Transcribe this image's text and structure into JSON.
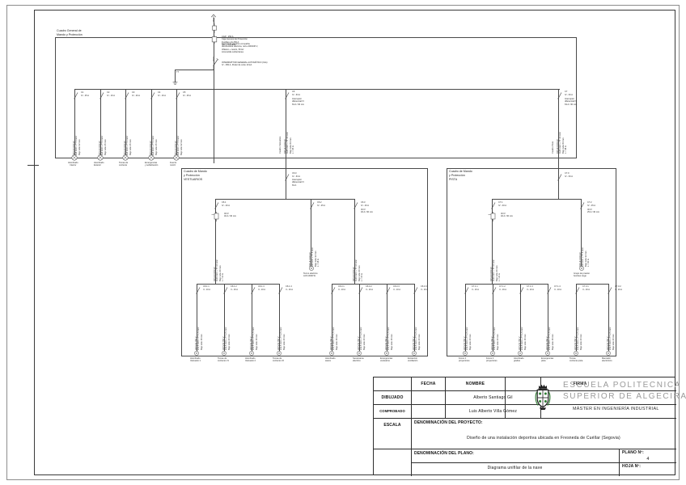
{
  "sheet": {
    "drawing_type": "Diagrama unifilar",
    "scale_label": "ESCALA"
  },
  "panels": {
    "main": {
      "title": "Cuadro General de\nMando y Protección",
      "supply_note": "Suministro eléctrico compañía\ndistribuidora eléctrica, red a 400/230 V,\ntrifásico + neutro, 50 Hz\nAcometida subterránea",
      "switch_note": "INTERRUPTOR GENERAL AUTOMÁTICO (IGA)\nIV - 250 A, Poder de corte 10 kA",
      "meter_note": "CGP - 250 A\nCaja General de Protección\nFusibles gG 250 A\nICP + Contador"
    },
    "sub_left": {
      "title": "Cuadro de Mando\ny Protección\nVESTUARIOS"
    },
    "sub_right": {
      "title": "Cuadro de Mando\ny Protección\nPISTA"
    }
  },
  "main_feeders": [
    {
      "ref": "C1",
      "rating": "IV - 25 A",
      "cable": "RZ1-K 0,6/1 kV\n4x6 mm² + TT 6 mm²\nBajo tubo 32 mm",
      "load": "Alumbrado\nInterior"
    },
    {
      "ref": "C2",
      "rating": "IV - 16 A",
      "cable": "RZ1-K 0,6/1 kV\n4x4 mm² + TT 4 mm²\nBajo tubo 25 mm",
      "load": "Alumbrado\nExterior"
    },
    {
      "ref": "C3",
      "rating": "IV - 20 A",
      "cable": "RZ1-K 0,6/1 kV\n4x4 mm² + TT 4 mm²\nBajo tubo 25 mm",
      "load": "Tomas de\ncorriente"
    },
    {
      "ref": "C4",
      "rating": "IV - 16 A",
      "cable": "RZ1-K 0,6/1 kV\n4x4 mm² + TT 4 mm²\nBajo tubo 25 mm",
      "load": "Emergencias\ny señalización"
    },
    {
      "ref": "C5",
      "rating": "IV - 25 A",
      "cable": "RZ1-K 0,6/1 kV\n4x6 mm² + TT 6 mm²\nBajo tubo 32 mm",
      "load": "Fuerza\nmotriz"
    }
  ],
  "risers": [
    {
      "ref": "C6",
      "rating": "IV - 63 A",
      "note": "Interruptor\ndiferencial IV\n63 A / 30 mA",
      "cable": "RZ1-K 0,6/1 kV\n4x25 mm² + TT 16 mm²\nBajo tubo 63 mm\nL = 35 m",
      "dest": "Cuadro Vestuarios"
    },
    {
      "ref": "C7",
      "rating": "IV - 63 A",
      "note": "Interruptor\ndiferencial IV\n63 A / 30 mA",
      "cable": "RZ1-K 0,6/1 kV\n4x25 mm² + TT 16 mm²\nBajo tubo 63 mm\nL = 48 m",
      "dest": "Cuadro Pista"
    }
  ],
  "sub_left_feeders": {
    "incomer": {
      "ref": "C6.0",
      "rating": "IV - 63 A",
      "diff": "Interruptor\ndiferencial IV\n63 A"
    },
    "branch_a": {
      "ref": "C6.1",
      "rating": "IV - 40 A",
      "diff": "ID IV\n40 A / 30 mA",
      "cable": "RZ1-K 0,6/1 kV\n4x10 mm² + TT 10 mm²\nBajo tubo 40 mm\nL = 12 m"
    },
    "branch_b": {
      "ref": "C6.2",
      "rating": "IV - 25 A",
      "cable": "RZ1-K 0,6/1 kV\n4x6 mm² + TT 6 mm²\nBajo tubo 32 mm\nL = 18 m",
      "load": "Termo eléctrico\nACS 3000 W"
    },
    "branch_c": {
      "ref": "C6.3",
      "rating": "IV - 40 A",
      "diff": "ID IV\n40 A / 30 mA",
      "cable": "RZ1-K 0,6/1 kV\n4x10 mm² + TT 10 mm²\nBajo tubo 40 mm\nL = 15 m"
    },
    "loads_left": [
      {
        "ref": "C6.1.1",
        "rating": "II - 10 A",
        "cable": "H07V-K 750 V\n2x1,5 mm² + TT 1,5 mm²\nBajo tubo 16 mm",
        "name": "Alumbrado\nVestuario 1"
      },
      {
        "ref": "C6.1.2",
        "rating": "II - 16 A",
        "cable": "H07V-K 750 V\n2x2,5 mm² + TT 2,5 mm²\nBajo tubo 20 mm",
        "name": "Tomas de\ncorriente V1"
      },
      {
        "ref": "C6.1.3",
        "rating": "II - 10 A",
        "cable": "H07V-K 750 V\n2x1,5 mm² + TT 1,5 mm²\nBajo tubo 16 mm",
        "name": "Alumbrado\nVestuario 2"
      },
      {
        "ref": "C6.1.4",
        "rating": "II - 16 A",
        "cable": "H07V-K 750 V\n2x2,5 mm² + TT 2,5 mm²\nBajo tubo 20 mm",
        "name": "Tomas de\ncorriente V2"
      }
    ],
    "loads_right": [
      {
        "ref": "C6.3.1",
        "rating": "II - 10 A",
        "cable": "H07V-K 750 V\n2x1,5 mm² + TT 1,5 mm²\nBajo tubo 16 mm",
        "name": "Alumbrado\naseos"
      },
      {
        "ref": "C6.3.2",
        "rating": "II - 16 A",
        "cable": "H07V-K 750 V\n2x2,5 mm² + TT 2,5 mm²\nBajo tubo 20 mm",
        "name": "Secamanos\neléctrico"
      },
      {
        "ref": "C6.3.3",
        "rating": "II - 10 A",
        "cable": "H07V-K 750 V\n2x1,5 mm² + TT 1,5 mm²\nBajo tubo 16 mm",
        "name": "Emergencias\nvestuarios"
      },
      {
        "ref": "C6.3.4",
        "rating": "II - 16 A",
        "cable": "H07V-K 750 V\n2x2,5 mm² + TT 2,5 mm²\nBajo tubo 20 mm",
        "name": "Extracción\nventilación"
      }
    ]
  },
  "sub_right_feeders": {
    "incomer": {
      "ref": "C7.0",
      "rating": "IV - 63 A",
      "diff": "Interruptor\ndiferencial IV\n63 A"
    },
    "branch_a": {
      "ref": "C7.1",
      "rating": "IV - 40 A",
      "diff": "ID IV\n40 A / 30 mA",
      "cable": "RZ1-K 0,6/1 kV\n4x10 mm² + TT 10 mm²\nBajo tubo 40 mm\nL = 22 m"
    },
    "branch_b": {
      "ref": "C7.2",
      "rating": "IV - 25 A",
      "diff": "ID IV\n25 A / 30 mA",
      "cable": "RZ1-K 0,6/1 kV\n4x6 mm² + TT 6 mm²\nBajo tubo 32 mm\nL = 30 m",
      "load": "Grupo de presión\nbombeo riego"
    },
    "loads_left": [
      {
        "ref": "C7.1.1",
        "rating": "II - 16 A",
        "cable": "H07V-K 750 V\n2x2,5 mm² + TT 2,5 mm²\nBajo tubo 20 mm",
        "name": "Focos 1\nproyectores"
      },
      {
        "ref": "C7.1.2",
        "rating": "II - 16 A",
        "cable": "H07V-K 750 V\n2x2,5 mm² + TT 2,5 mm²\nBajo tubo 20 mm",
        "name": "Focos 2\nproyectores"
      },
      {
        "ref": "C7.1.3",
        "rating": "II - 10 A",
        "cable": "H07V-K 750 V\n2x1,5 mm² + TT 1,5 mm²\nBajo tubo 16 mm",
        "name": "Alumbrado\ngradas"
      },
      {
        "ref": "C7.1.4",
        "rating": "II - 10 A",
        "cable": "H07V-K 750 V\n2x1,5 mm² + TT 1,5 mm²\nBajo tubo 16 mm",
        "name": "Emergencias\npista"
      }
    ],
    "loads_right": [
      {
        "ref": "C7.3.1",
        "rating": "II - 16 A",
        "cable": "H07V-K 750 V\n2x2,5 mm² + TT 2,5 mm²\nBajo tubo 20 mm",
        "name": "Tomas\ncorriente pista"
      },
      {
        "ref": "C7.3.2",
        "rating": "II - 16 A",
        "cable": "H07V-K 750 V\n2x2,5 mm² + TT 2,5 mm²\nBajo tubo 20 mm",
        "name": "Marcador\nelectrónico"
      }
    ]
  },
  "title_block": {
    "headers": {
      "fecha": "FECHA",
      "nombre": "NOMBRE",
      "firma": "FIRMA"
    },
    "rows": [
      {
        "label": "DIBUJADO",
        "fecha": "",
        "nombre": "Alberto Santiago Gil",
        "firma": ""
      },
      {
        "label": "COMPROBADO",
        "fecha": "",
        "nombre": "Luis Alberto Villa Gómez",
        "firma": ""
      }
    ],
    "scale_label": "ESCALA",
    "scale_value": "",
    "project_caption": "DENOMINACIÓN DEL PROYECTO:",
    "project_title": "Diseño de una instalación deportiva ubicada en Fresneda de Cuéllar (Segovia)",
    "plan_caption": "DENOMINACIÓN DEL PLANO:",
    "plan_title": "Diagrama unifilar de la nave",
    "plano_label": "PLANO Nº:",
    "plano_value": "4",
    "hoja_label": "HOJA Nº:",
    "hoja_value": "",
    "university_line1": "ESCUELA POLITECNICA",
    "university_line2": "SUPERIOR DE ALGECIRAS",
    "university_line3": "MÁSTER EN INGENIERÍA INDUSTRIAL"
  },
  "colors": {
    "line": "#4a4a4a",
    "text": "#2b2b2b",
    "frame": "#2e2e2e",
    "university": "#9a9a9a"
  }
}
